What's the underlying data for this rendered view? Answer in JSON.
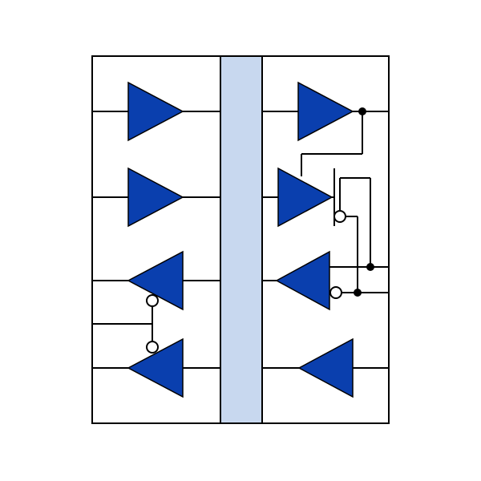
{
  "diagram": {
    "kind": "logic-schematic",
    "colors": {
      "background": "#ffffff",
      "outline": "#000000",
      "buffer_fill": "#0a3fae",
      "center_bar_fill": "#c8d8ef"
    },
    "icons": {
      "buffer": "buffer-triangle-icon",
      "enable_bubble": "inversion-bubble-icon",
      "junction": "junction-dot-icon",
      "transistor": "transistor-gate-icon"
    },
    "left_column": {
      "buffers": [
        {
          "id": "L1",
          "direction": "right"
        },
        {
          "id": "L2",
          "direction": "right"
        },
        {
          "id": "L3",
          "direction": "left",
          "enable": "active-low"
        },
        {
          "id": "L4",
          "direction": "left",
          "enable": "active-low"
        }
      ]
    },
    "right_column": {
      "buffers": [
        {
          "id": "R1",
          "direction": "right"
        },
        {
          "id": "R2",
          "direction": "right"
        },
        {
          "id": "R3",
          "direction": "left",
          "enable": "active-low"
        },
        {
          "id": "R4",
          "direction": "left"
        }
      ],
      "transistor_count": 1,
      "junction_count": 3
    }
  }
}
